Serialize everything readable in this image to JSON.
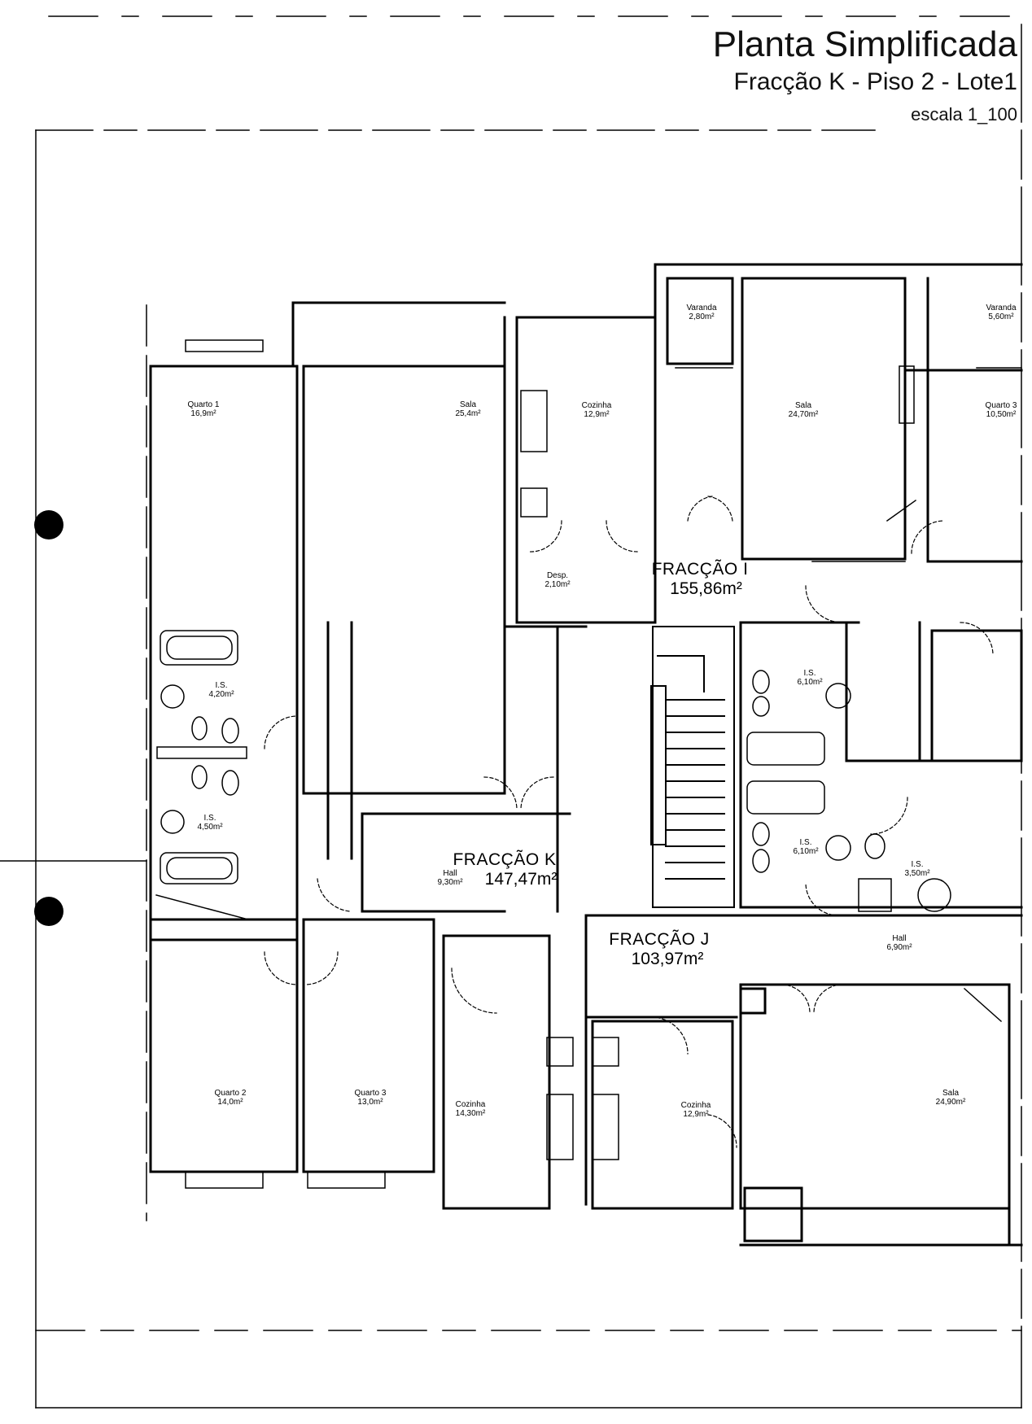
{
  "title": {
    "main": "Planta Simplificada",
    "subtitle": "Fracção K - Piso 2 - Lote1",
    "scale": "escala 1_100"
  },
  "units": [
    {
      "id": "k",
      "name": "FRACÇÃO K",
      "area": "147,47m²"
    },
    {
      "id": "i",
      "name": "FRACÇÃO I",
      "area": "155,86m²"
    },
    {
      "id": "j",
      "name": "FRACÇÃO J",
      "area": "103,97m²"
    }
  ],
  "rooms": [
    {
      "id": "k-quarto1",
      "name": "Quarto 1",
      "area": "16,9m²"
    },
    {
      "id": "k-sala",
      "name": "Sala",
      "area": "25,4m²"
    },
    {
      "id": "k-is1",
      "name": "I.S.",
      "area": "4,20m²"
    },
    {
      "id": "k-is2",
      "name": "I.S.",
      "area": "4,50m²"
    },
    {
      "id": "k-hall",
      "name": "Hall",
      "area": "9,30m²"
    },
    {
      "id": "k-quarto2",
      "name": "Quarto 2",
      "area": "14,0m²"
    },
    {
      "id": "k-quarto3",
      "name": "Quarto 3",
      "area": "13,0m²"
    },
    {
      "id": "k-cozinha",
      "name": "Cozinha",
      "area": "14,30m²"
    },
    {
      "id": "i-cozinha",
      "name": "Cozinha",
      "area": "12,9m²"
    },
    {
      "id": "i-desp",
      "name": "Desp.",
      "area": "2,10m²"
    },
    {
      "id": "i-varanda1",
      "name": "Varanda",
      "area": "2,80m²"
    },
    {
      "id": "i-sala",
      "name": "Sala",
      "area": "24,70m²"
    },
    {
      "id": "i-varanda2",
      "name": "Varanda",
      "area": "5,60m²"
    },
    {
      "id": "i-quarto3",
      "name": "Quarto 3",
      "area": "10,50m²"
    },
    {
      "id": "i-is1",
      "name": "I.S.",
      "area": "6,10m²"
    },
    {
      "id": "i-is2",
      "name": "I.S.",
      "area": "6,10m²"
    },
    {
      "id": "i-is3",
      "name": "I.S.",
      "area": "3,50m²"
    },
    {
      "id": "j-hall",
      "name": "Hall",
      "area": "6,90m²"
    },
    {
      "id": "j-cozinha",
      "name": "Cozinha",
      "area": "12,9m²"
    },
    {
      "id": "j-sala",
      "name": "Sala",
      "area": "24,90m²"
    }
  ]
}
